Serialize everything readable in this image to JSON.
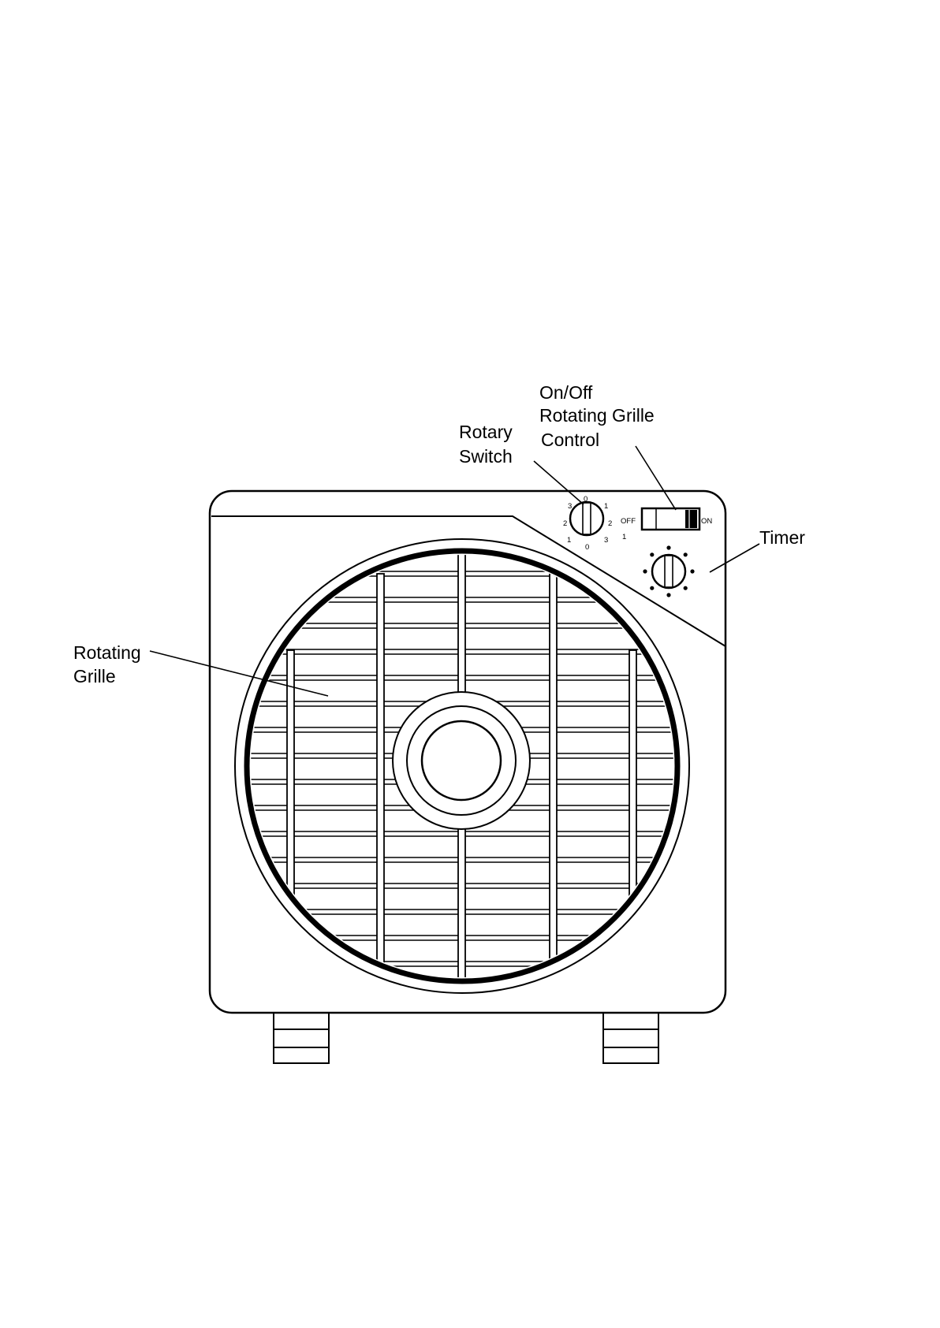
{
  "labels": {
    "on_off_line1": "On/Off",
    "on_off_line2": "Rotating Grille",
    "on_off_line3": "Control",
    "rotary_line1": "Rotary",
    "rotary_line2": "Switch",
    "timer": "Timer",
    "grille_line1": "Rotating",
    "grille_line2": "Grille"
  },
  "rotary_dial": {
    "left_scale": [
      "3",
      "2",
      "1"
    ],
    "top": "0",
    "right_scale": [
      "1",
      "2",
      "3"
    ],
    "bottom": "0"
  },
  "grille_switch": {
    "off": "OFF",
    "on": "ON",
    "extra_mark": "1"
  }
}
